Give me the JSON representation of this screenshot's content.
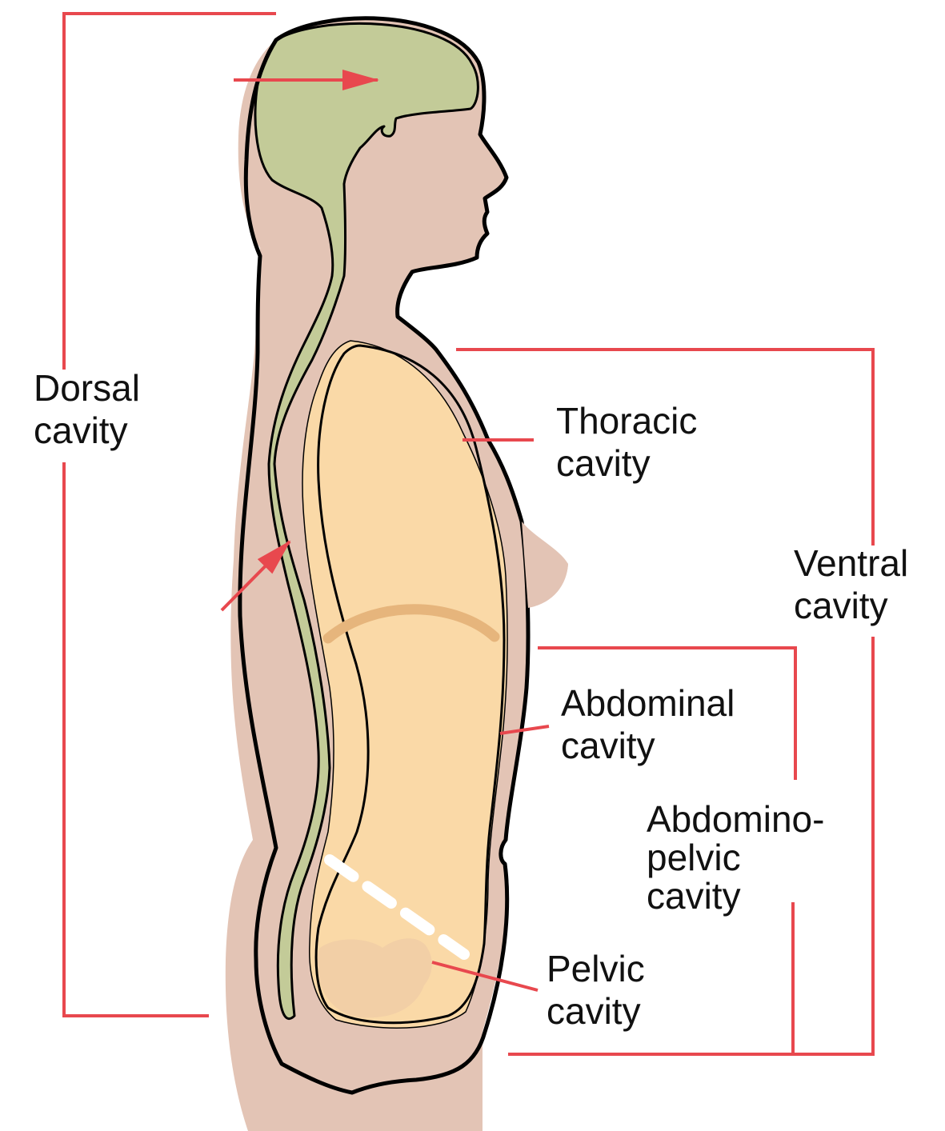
{
  "labels": {
    "dorsal": [
      "Dorsal",
      "cavity"
    ],
    "thoracic": [
      "Thoracic",
      "cavity"
    ],
    "ventral": [
      "Ventral",
      "cavity"
    ],
    "abdominal": [
      "Abdominal",
      "cavity"
    ],
    "abdominopelvic": [
      "Abdomino-",
      "pelvic",
      "cavity"
    ],
    "pelvic": [
      "Pelvic",
      "cavity"
    ]
  },
  "colors": {
    "skin": "#e3c4b5",
    "outline": "#000000",
    "nervous": "#c3cb98",
    "cavity": "#fad9a7",
    "cavity_edge": "#f5cfa0",
    "pelvic_organs": "#f2cfa6",
    "diaphragm": "#e6b57c",
    "leader": "#e8484e"
  }
}
